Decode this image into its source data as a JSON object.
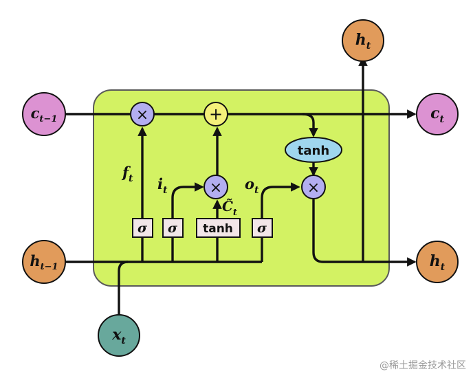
{
  "inputs": {
    "c_prev": {
      "base": "c",
      "sub": "t−1"
    },
    "h_prev": {
      "base": "h",
      "sub": "t−1"
    },
    "x": {
      "base": "x",
      "sub": "t"
    }
  },
  "outputs": {
    "h_top": {
      "base": "h",
      "sub": "t"
    },
    "c": {
      "base": "c",
      "sub": "t"
    },
    "h_right": {
      "base": "h",
      "sub": "t"
    }
  },
  "gates": {
    "forget": "σ",
    "input": "σ",
    "candidate": "tanh",
    "output": "σ"
  },
  "ops": {
    "forget_mult": "×",
    "add": "+",
    "input_mult": "×",
    "output_mult": "×",
    "cell_tanh": "tanh"
  },
  "labels": {
    "f": {
      "base": "f",
      "sub": "t"
    },
    "i": {
      "base": "i",
      "sub": "t"
    },
    "o": {
      "base": "o",
      "sub": "t"
    },
    "c_tilde": {
      "base": "C̃",
      "sub": "t"
    }
  },
  "colors": {
    "cell_fill": "#d3f263",
    "cell_border": "#5a5a5a",
    "cell_state_circle": "#dc92d2",
    "hidden_state_circle": "#e19b5b",
    "input_circle": "#68a89c",
    "multiply_op": "#b3aef0",
    "add_op": "#f4f07a",
    "tanh_ellipse": "#9fd6ee",
    "gate_box": "#f2e6e8"
  },
  "watermark": "@稀土掘金技术社区"
}
